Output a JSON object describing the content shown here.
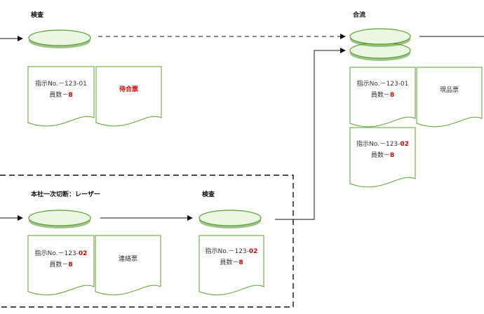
{
  "colors": {
    "ellipse_fill": "#e8f6e0",
    "ellipse_stroke": "#5aa02c",
    "doc_stroke": "#5aa02c",
    "highlight": "#e00000"
  },
  "stages": [
    {
      "label": "検査"
    },
    {
      "label": "合流"
    },
    {
      "label": "本社一次切断：レーザー"
    },
    {
      "label": "検査"
    }
  ],
  "docs": {
    "d1": {
      "line1_prefix": "指示No.－",
      "line1_num": "123-01",
      "line2_prefix": "員数－",
      "line2_num": "8"
    },
    "d2": {
      "text": "待合票"
    },
    "d3": {
      "line1_prefix": "指示No.－",
      "line1_num": "123-01",
      "line2_prefix": "員数－",
      "line2_num": "8"
    },
    "d4": {
      "text": "現品票"
    },
    "d5": {
      "line1_prefix": "指示No.－",
      "line1_num_plain": "123-",
      "line1_num_red": "02",
      "line2_prefix": "員数－",
      "line2_num": "8"
    },
    "d6": {
      "line1_prefix": "指示No.－",
      "line1_num_plain": "123-",
      "line1_num_red": "02",
      "line2_prefix": "員数－",
      "line2_num": "8"
    },
    "d7": {
      "text": "連絡票"
    },
    "d8": {
      "line1_prefix": "指示No.－",
      "line1_num_plain": "123-",
      "line1_num_red": "02",
      "line2_prefix": "員数－",
      "line2_num": "8"
    }
  }
}
